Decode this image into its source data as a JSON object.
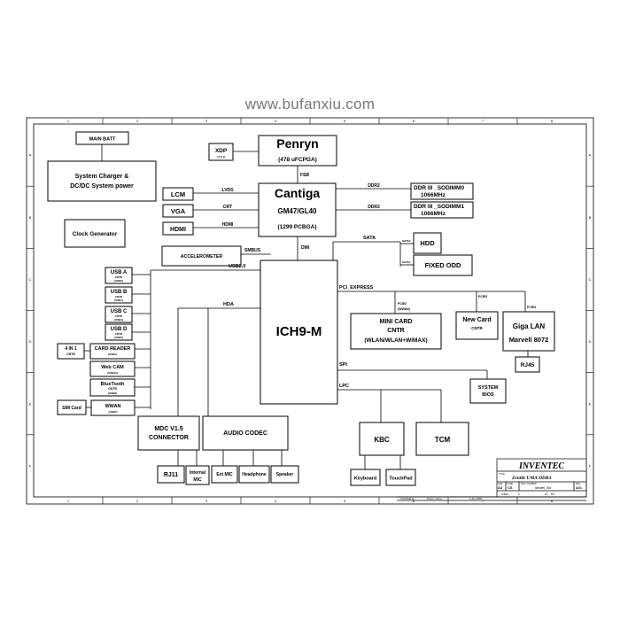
{
  "watermark": "www.bufanxiu.com",
  "frame": {
    "col_labels": [
      "1",
      "2",
      "3",
      "4",
      "5",
      "6",
      "7",
      "8"
    ],
    "row_labels": [
      "A",
      "B",
      "C",
      "D",
      "E",
      "F"
    ]
  },
  "title_block": {
    "company": "INVENTEC",
    "title_small": "TITLE",
    "project": "Zenith UMA DDR3",
    "size_label": "SIZE",
    "size_value": "A3",
    "code_label": "CODE",
    "code_value": "CS",
    "doc_label": "DOC. NUMBER",
    "model_value": "Model_No",
    "rev_label": "REV",
    "rev_value": "AX1",
    "footer_left": "CHANGE by",
    "footer_mid": "Power_Name",
    "footer_date": "1-Apr-2009",
    "sheet_label": "SHEET",
    "sheet_value": "1",
    "of_label": "OF",
    "of_value": "64"
  },
  "blocks": {
    "main_batt": "MAIN BATT",
    "charger": [
      "System Charger &",
      "DC/DC System power"
    ],
    "clock": "Clock Generator",
    "xdp": "XDP",
    "xdp_sub": "CNTR",
    "penryn": "Penryn",
    "penryn_sub": "(478 uFCPGA)",
    "fsb": "FSB",
    "cantiga": "Cantiga",
    "cantiga_sub1": "GM47/GL40",
    "cantiga_sub2": "(1299 PCBGA)",
    "lcm": "LCM",
    "vga": "VGA",
    "hdmi": "HDMI",
    "lvds": "LVDS",
    "crt": "CRT",
    "hdmi_bus": "HDMI",
    "ddr2_top": "DDR2",
    "ddr2_bot": "DDR2",
    "dimm0": [
      "DDR III _SODIMM0",
      "1066MHz"
    ],
    "dimm1": [
      "DDR III _SODIMM1",
      "1066MHz"
    ],
    "dmi": "DMI",
    "accelerometer": "ACCELEROMETER",
    "smbus": "SMBUS",
    "usb20": "USB2.0",
    "sata": "SATA",
    "hdd": "HDD",
    "odd": "FIXED ODD",
    "sata0": "SATA0",
    "sata1": "SATA1",
    "ich9": "ICH9-M",
    "pci_express": "PCI_EXPRESS",
    "pcie2": "PCIE2",
    "pcie2_sub": "(WWAN)",
    "pcie3": "PCIE3",
    "pcie4": "PCIE4",
    "minicard": [
      "MINI CARD",
      "CNTR",
      "(WLAN/WLAN+WiMAX)"
    ],
    "newcard": "New Card",
    "newcard_sub": "CNTR",
    "gigalan": [
      "Giga LAN",
      "Marvell 8072"
    ],
    "rj45": "RJ45",
    "spi": "SPI",
    "bios": [
      "SYSTEM",
      "BIOS"
    ],
    "lpc": "LPC",
    "kbc": "KBC",
    "tcm": "TCM",
    "keyboard": "Keyboard",
    "touchpad": "TouchPad",
    "hda": "HDA",
    "usb_a": "USB A",
    "usb_b": "USB B",
    "usb_c": "USB C",
    "usb_d": "USB D",
    "cntr": "CNTR",
    "usb_a_port": "(USB0)",
    "usb_b_port": "(USB1)",
    "usb_c_port": "(USB4)",
    "usb_d_port": "(USB5)",
    "card_reader": "CARD READER",
    "card_reader_port": "(USB2)",
    "four_in_one": [
      "4 IN 1",
      "CNTR"
    ],
    "webcam": "Web CAM",
    "webcam_port": "(USB10)",
    "bluetooth": "BlueTooth",
    "bluetooth_sub": "CNTR",
    "bluetooth_port": "(USB8)",
    "wwan": "WWAN",
    "wwan_port": "(USB7)",
    "sim": "SIM Card",
    "mdc": [
      "MDC V1.5",
      "CONNECTOR"
    ],
    "audio": "AUDIO CODEC",
    "rj11": "RJ11",
    "internal_mic": [
      "Internal",
      "MIC"
    ],
    "ext_mic": "Ext MIC",
    "headphone": "Headphone",
    "speaker": "Speaker"
  }
}
